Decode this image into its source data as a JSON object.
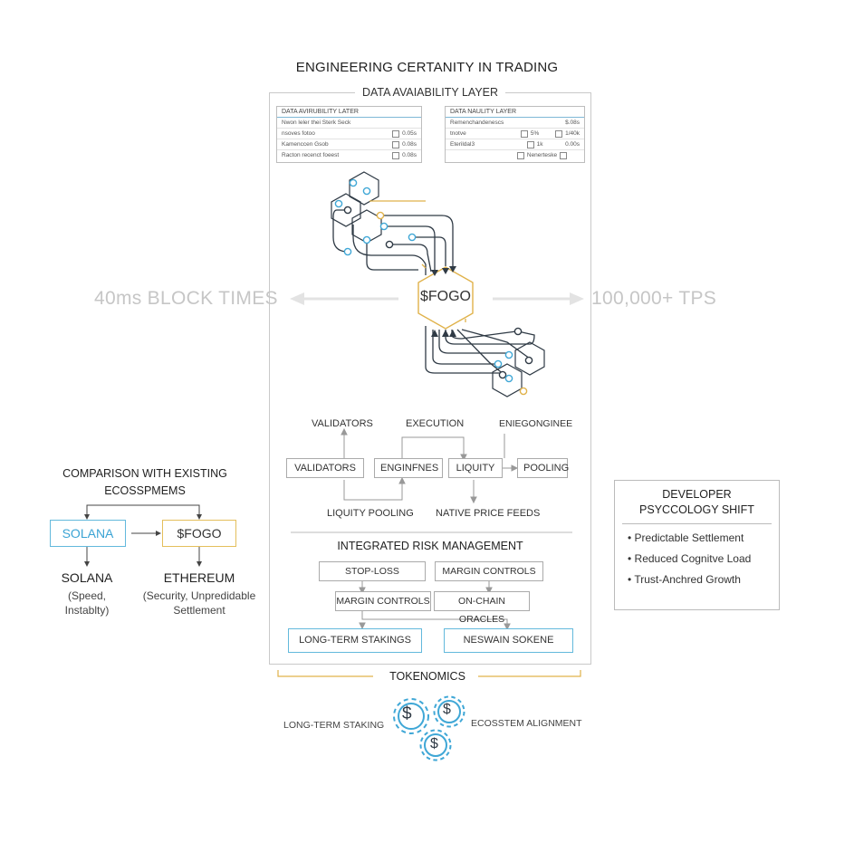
{
  "title": "ENGINEERING CERTANITY IN TRADING",
  "panel": {
    "title": "DATA AVAIABILITY LAYER"
  },
  "mini_left": {
    "header": "DATA AVIRUBILITY LATER",
    "rows": [
      {
        "label": "Nwon leler thei Sterk Seck",
        "value": ""
      },
      {
        "label": "nsoves fotoo",
        "value": "0.05s"
      },
      {
        "label": "Kamenccen Gsob",
        "value": "0.08s"
      },
      {
        "label": "Racton recenct foeest",
        "value": "0.08s"
      }
    ]
  },
  "mini_right": {
    "header": "DATA NAULITY LAYER",
    "rows": [
      {
        "label": "Remenchandenescs",
        "mid": "",
        "value": "$.08s"
      },
      {
        "label": "tnotve",
        "mid": "5%",
        "value": "1/40k"
      },
      {
        "label": "Eterildal3",
        "mid": "1k",
        "value": "0.00s"
      },
      {
        "label": "",
        "mid": "Nenerteske",
        "value": ""
      }
    ]
  },
  "center_token": "$FOGO",
  "left_metric": "40ms BLOCK TIMES",
  "right_metric": "100,000+ TPS",
  "flow": {
    "top_labels": [
      "VALIDATORS",
      "EXECUTION",
      "ENIEGONGINEE"
    ],
    "nodes": [
      "VALIDATORS",
      "ENGINFNES",
      "LIQUITY",
      "POOLING"
    ],
    "bottom_labels": [
      "LIQUITY POOLING",
      "NATIVE PRICE FEEDS"
    ]
  },
  "risk": {
    "title": "INTEGRATED RISK MANAGEMENT",
    "row1": [
      "STOP-LOSS",
      "MARGIN CONTROLS"
    ],
    "row2": [
      "MARGIN CONTROLS",
      "ON-CHAIN ORACLES"
    ],
    "row3": [
      "LONG-TERM STAKINGS",
      "NESWAIN SOKENE"
    ]
  },
  "comparison": {
    "title_line1": "COMPARISON WITH EXISTING",
    "title_line2": "ECOSSPMEMS",
    "box_left": "SOLANA",
    "box_right": "$FOGO",
    "left_name": "SOLANA",
    "left_sub1": "(Speed,",
    "left_sub2": "Instablty)",
    "right_name": "ETHEREUM",
    "right_sub1": "(Security, Unpredidable",
    "right_sub2": "Settlement"
  },
  "developer": {
    "title_line1": "DEVELOPER",
    "title_line2": "PSYCCOLOGY SHIFT",
    "items": [
      "Predictable Settlement",
      "Reduced Cognitve Load",
      "Trust-Anchred Growth"
    ]
  },
  "tokenomics": {
    "title": "TOKENOMICS",
    "left": "LONG-TERM STAKING",
    "right": "ECOSSTEM ALIGNMENT",
    "coin_symbol": "$"
  },
  "colors": {
    "blue": "#3fa7d6",
    "gold": "#e0b24a",
    "dark": "#2f3a45",
    "gray": "#bdbdbd"
  }
}
